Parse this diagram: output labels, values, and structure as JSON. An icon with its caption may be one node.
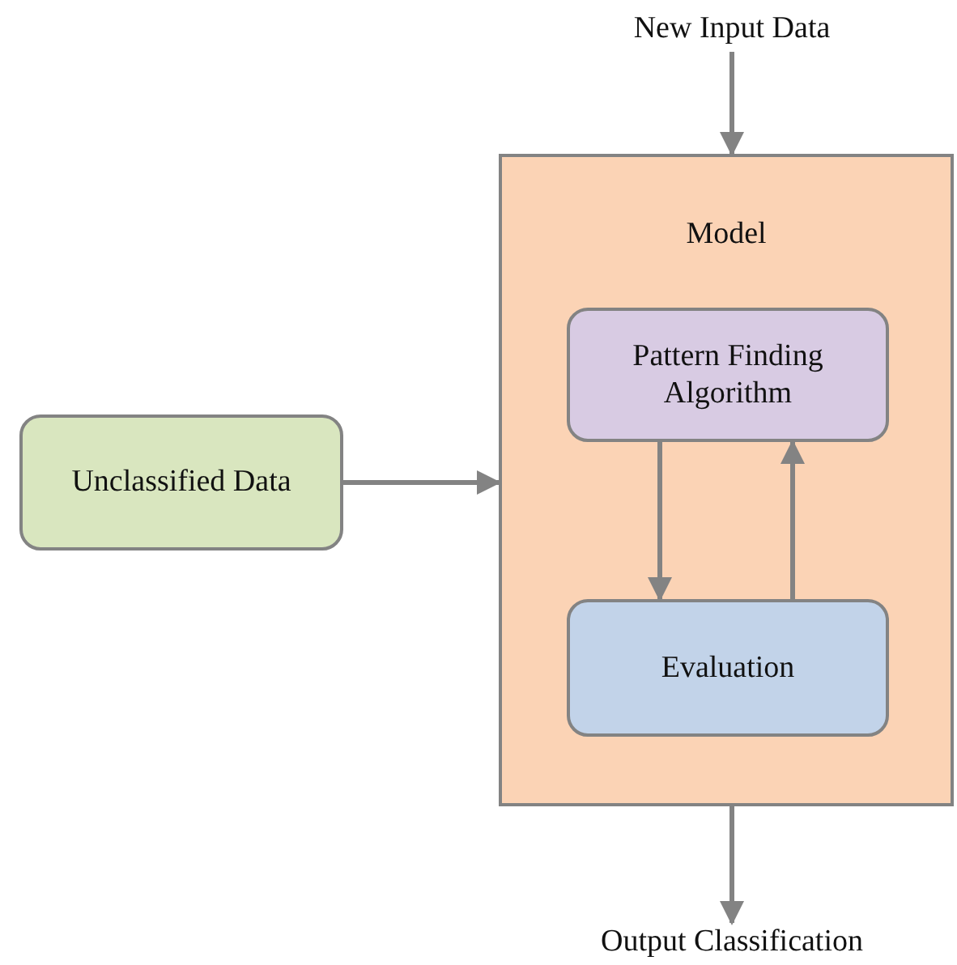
{
  "diagram": {
    "nodes": [
      {
        "text": [
          "New Input Data"
        ]
      },
      {
        "text": [
          "Model"
        ]
      },
      {
        "text": [
          "Pattern Finding Algorithm"
        ],
        "in": 1
      },
      {
        "text": [
          "Evaluation"
        ],
        "in": 1
      },
      {
        "text": [
          "Unclassified Data"
        ]
      },
      {
        "text": [
          "Output Classification"
        ]
      }
    ],
    "edges": [
      {
        "from": 0,
        "to": 1,
        "arrow": "to"
      },
      {
        "from": 4,
        "to": 1,
        "arrow": "to"
      },
      {
        "from": 2,
        "to": 3,
        "arrow": "to"
      },
      {
        "from": 3,
        "to": 2,
        "arrow": "to"
      },
      {
        "from": 1,
        "to": 5,
        "arrow": "to"
      }
    ]
  }
}
